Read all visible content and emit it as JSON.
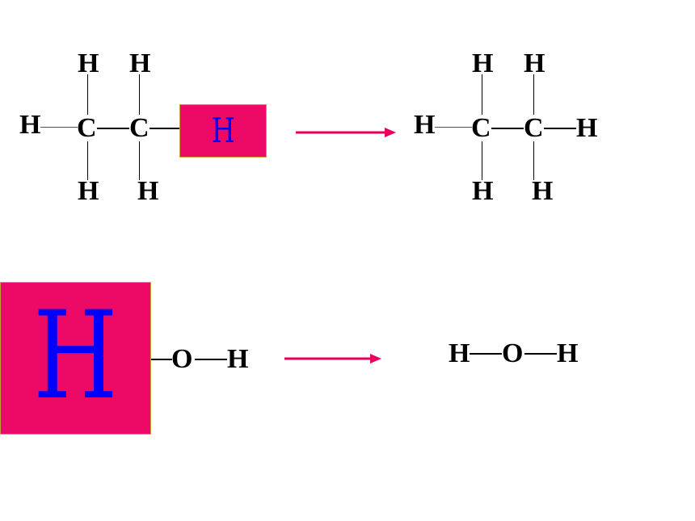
{
  "colors": {
    "box_fill": "#ec0a66",
    "box_letter": "#0000ff",
    "arrow": "#e8005c",
    "bond": "#000000"
  },
  "row1": {
    "left": {
      "h_top_1": "H",
      "h_top_2": "H",
      "h_left": "H",
      "c1": "C",
      "c2": "C",
      "h_bottom_1": "H",
      "h_bottom_2": "H",
      "box_label": "H"
    },
    "right": {
      "h_top_1": "H",
      "h_top_2": "H",
      "h_left": "H",
      "c1": "C",
      "c2": "C",
      "h_right": "H",
      "h_bottom_1": "H",
      "h_bottom_2": "H"
    }
  },
  "row2": {
    "left": {
      "box_label": "H",
      "o": "O",
      "h": "H"
    },
    "right": {
      "h1": "H",
      "o": "O",
      "h2": "H"
    }
  }
}
